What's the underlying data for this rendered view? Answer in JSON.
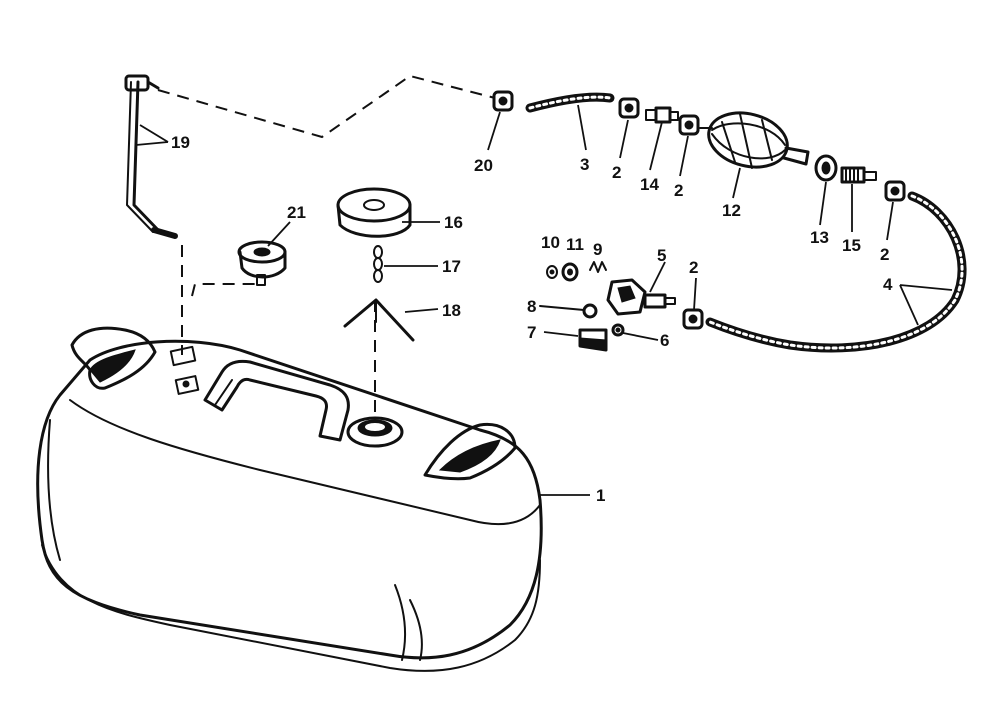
{
  "diagram": {
    "callouts": {
      "p1": "1",
      "p2a": "2",
      "p2b": "2",
      "p2c": "2",
      "p2d": "2",
      "p3": "3",
      "p4": "4",
      "p5": "5",
      "p6": "6",
      "p7": "7",
      "p8": "8",
      "p9": "9",
      "p10": "10",
      "p11": "11",
      "p12": "12",
      "p13": "13",
      "p14": "14",
      "p15": "15",
      "p16": "16",
      "p17": "17",
      "p18": "18",
      "p19": "19",
      "p20": "20",
      "p21": "21"
    }
  }
}
